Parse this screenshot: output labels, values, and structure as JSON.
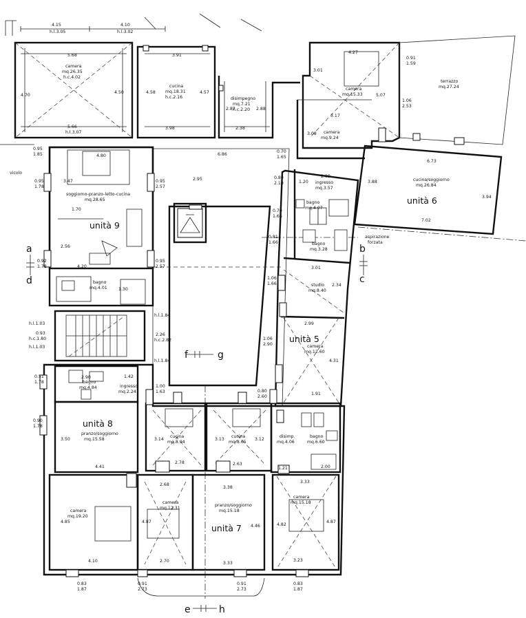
{
  "units": {
    "u9": "unità 9",
    "u6": "unità 6",
    "u5": "unità 5",
    "u8": "unità 8",
    "u7": "unità 7"
  },
  "rooms": {
    "camera_nw": {
      "name": "camera",
      "area": "mq.26.35",
      "height": "h.c.4.02"
    },
    "cucina_n": {
      "name": "cucina",
      "area": "mq.18.31",
      "height": "h.c.2.16"
    },
    "disimpegno_n": {
      "name": "disimpegno",
      "area": "mq.7.21",
      "height": "h.c.2.20"
    },
    "camera_u6": {
      "name": "camera",
      "area": "mq.15.33"
    },
    "terrazzo": {
      "name": "terrazzo",
      "area": "mq.27.24"
    },
    "camera_small": {
      "name": "camera",
      "area": "mq.9.24"
    },
    "ingresso_n": {
      "name": "ingresso",
      "area": "mq.3.57"
    },
    "cucina_u6": {
      "name": "cucina/soggiorno",
      "area": "mq.26.84"
    },
    "bagno_u6": {
      "name": "bagno",
      "area": "mq.4.07"
    },
    "bagno_u5a": {
      "name": "bagno",
      "area": "mq.3.28"
    },
    "studio": {
      "name": "studio",
      "area": "mq.8.40"
    },
    "camera_u5": {
      "name": "camera",
      "area": "mq.12.60"
    },
    "soggiorno_u9": {
      "name": "soggiorno-pranzo-letto-cucina",
      "area": "mq.28.65"
    },
    "bagno_u9": {
      "name": "bagno",
      "area": "mq.4.01"
    },
    "bagno_u8": {
      "name": "bagno",
      "area": "mq.4.84"
    },
    "ingresso_u8": {
      "name": "ingresso",
      "area": "mq.2.24"
    },
    "pranzo_u8": {
      "name": "pranzo/soggiorno",
      "area": "mq.15.58"
    },
    "cucina_u8": {
      "name": "cucina",
      "area": "mq.8.94"
    },
    "cucina_u7": {
      "name": "cucina",
      "area": "mq.8.65"
    },
    "disimp_u5": {
      "name": "disimp.",
      "area": "mq.4.06"
    },
    "bagno_u5b": {
      "name": "bagno",
      "area": "mq.6.60"
    },
    "camera_sw": {
      "name": "camera",
      "area": "mq.19.20"
    },
    "camera_u7": {
      "name": "camera",
      "area": "mq.12.31"
    },
    "pranzo_u7": {
      "name": "pranzo/soggiorno",
      "area": "mq.15.18"
    },
    "camera_se": {
      "name": "camera",
      "area": "mq.15.18"
    }
  },
  "labels": {
    "vicolo": "vicolo",
    "aspirazione": "aspirazione",
    "forzata": "forzata",
    "sec_a": "a",
    "sec_b": "b",
    "sec_c": "c",
    "sec_d": "d",
    "sec_e": "e",
    "sec_f": "f",
    "sec_g": "g",
    "sec_h": "h"
  },
  "dimensions": {
    "d1": "4.15",
    "d2": "h.l.3.05",
    "d3": "4.10",
    "d4": "h.l.3.02",
    "d5": "5.68",
    "d6": "3.91",
    "d7": "4.70",
    "d8": "4.50",
    "d9": "4.58",
    "d10": "4.57",
    "d11": "2.87",
    "d12": "2.88",
    "d13": "5.66",
    "d14": "h.l.3.07",
    "d15": "3.98",
    "d16": "2.38",
    "d17": "4.27",
    "d18": "0.91",
    "d19": "1.59",
    "d20": "3.01",
    "d21": "5.07",
    "d22": "1.06",
    "d23": "2.53",
    "d24": "3.17",
    "d25": "3.08",
    "d26": "0.95",
    "d27": "1.85",
    "d28": "4.80",
    "d29": "6.86",
    "d30": "0.70",
    "d31": "1.65",
    "d32": "6.73",
    "d33": "0.95",
    "d34": "1.78",
    "d35": "3.47",
    "d36": "0.95",
    "d37": "2.57",
    "d38": "2.95",
    "d39": "0.80",
    "d40": "2.10",
    "d41": "2.99",
    "d42": "1.20",
    "d43": "3.88",
    "d44": "3.94",
    "d45": "1.70",
    "d46": "0.70",
    "d47": "1.66",
    "d48": "7.02",
    "d49": "0.81",
    "d50": "1.66",
    "d51": "2.56",
    "d52": "0.92",
    "d53": "1.78",
    "d54": "4.20",
    "d55": "0.95",
    "d56": "2.57",
    "d57": "3.01",
    "d58": "1.06",
    "d59": "1.66",
    "d60": "2.34",
    "d61": "1.30",
    "d62": "h.l.1.03",
    "d63": "0.93",
    "d64": "h.c.1.80",
    "d65": "h.l.1.03",
    "d66": "h.l.1.84",
    "d67": "2.26",
    "d68": "h.c.2.82",
    "d69": "h.l.1.84",
    "d70": "2.99",
    "d71": "1.06",
    "d72": "2.90",
    "d73": "4.31",
    "d74": "0.51",
    "d75": "1.78",
    "d76": "1.42",
    "d77": "2.90",
    "d78": "1.00",
    "d79": "1.63",
    "d80": "0.80",
    "d81": "2.60",
    "d82": "1.91",
    "d83": "0.90",
    "d84": "1.78",
    "d85": "3.50",
    "d86": "3.14",
    "d87": "3.13",
    "d88": "3.12",
    "d89": "4.41",
    "d90": "2.78",
    "d91": "2.63",
    "d92": "1.21",
    "d93": "2.00",
    "d94": "3.33",
    "d95": "2.68",
    "d96": "3.38",
    "d97": "4.85",
    "d98": "4.87",
    "d99": "4.46",
    "d100": "4.82",
    "d101": "4.87",
    "d102": "4.10",
    "d103": "2.70",
    "d104": "3.33",
    "d105": "3.23",
    "d106": "0.83",
    "d107": "1.87",
    "d108": "0.91",
    "d109": "2.73",
    "d110": "0.91",
    "d111": "2.73",
    "d112": "0.83",
    "d113": "1.87"
  }
}
